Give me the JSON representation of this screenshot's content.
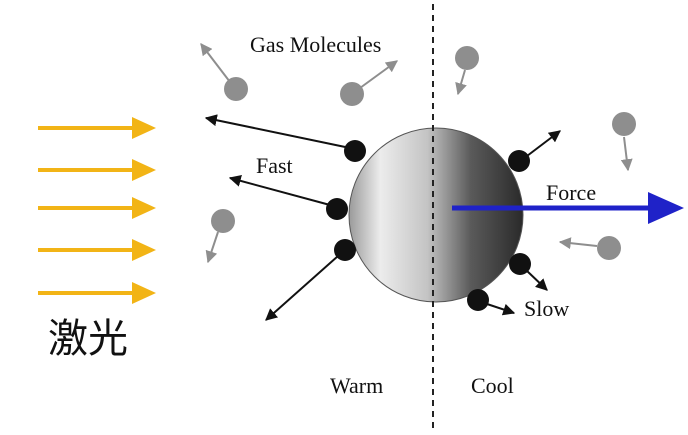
{
  "labels": {
    "gas_molecules": "Gas Molecules",
    "fast": "Fast",
    "slow": "Slow",
    "force": "Force",
    "warm": "Warm",
    "cool": "Cool",
    "laser": "激光"
  },
  "colors": {
    "laser_arrow": "#f2b416",
    "force_arrow": "#1f22c8",
    "fast_molecule": "#111111",
    "ambient_molecule": "#8e8e8e",
    "divider": "#222222"
  }
}
